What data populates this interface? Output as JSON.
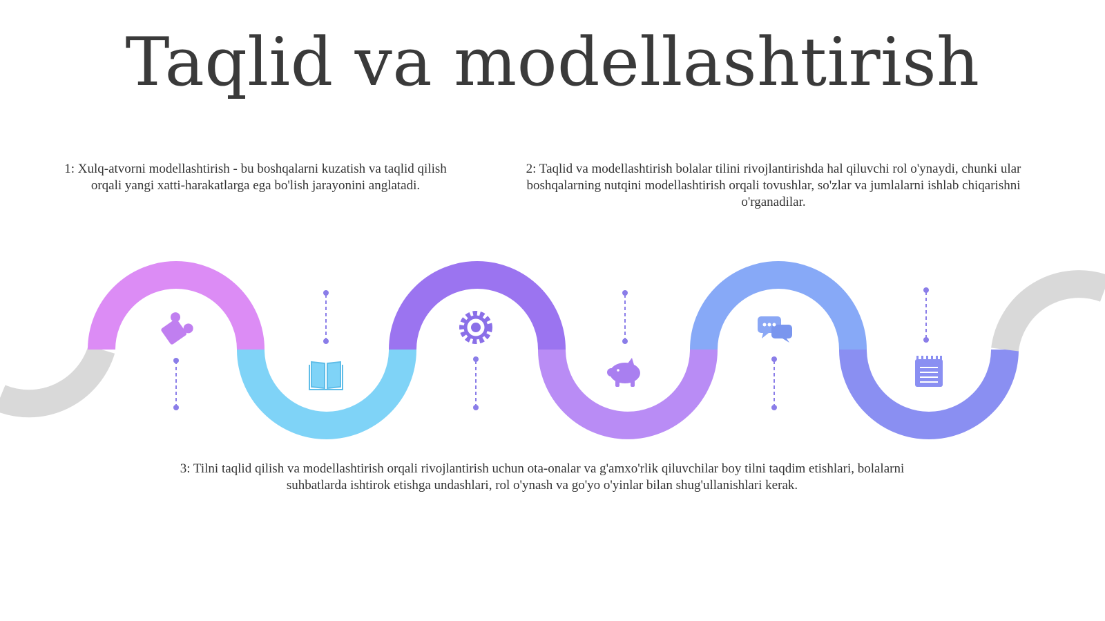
{
  "title": "Taqlid va modellashtirish",
  "paragraphs": [
    "1: Xulq-atvorni modellashtirish - bu boshqalarni kuzatish va taqlid qilish orqali yangi xatti-harakatlarga ega bo'lish jarayonini anglatadi.",
    "2: Taqlid va modellashtirish bolalar tilini rivojlantirishda hal qiluvchi rol o'ynaydi, chunki ular boshqalarning nutqini modellashtirish orqali tovushlar, so'zlar va jumlalarni ishlab chiqarishni o'rganadilar.",
    "3: Tilni taqlid qilish va modellashtirish orqali rivojlantirish uchun ota-onalar va g'amxo'rlik qiluvchilar boy tilni taqdim etishlari, bolalarni suhbatlarda ishtirok etishga undashlari, rol o'ynash va go'yo o'yinlar bilan shug'ullanishlari kerak."
  ],
  "icons": [
    "puzzle-icon",
    "book-icon",
    "gear-icon",
    "piggy-bank-icon",
    "chat-icon",
    "notepad-icon"
  ],
  "colors": {
    "gray": "#d9d9d9",
    "pink": "#dc8cf5",
    "cyan": "#7fd3f7",
    "violet": "#9b74f0",
    "lavender": "#b98cf5",
    "periwinkle": "#87a9f7",
    "indigo": "#8a8ff2",
    "icon": "#8a7de8"
  }
}
